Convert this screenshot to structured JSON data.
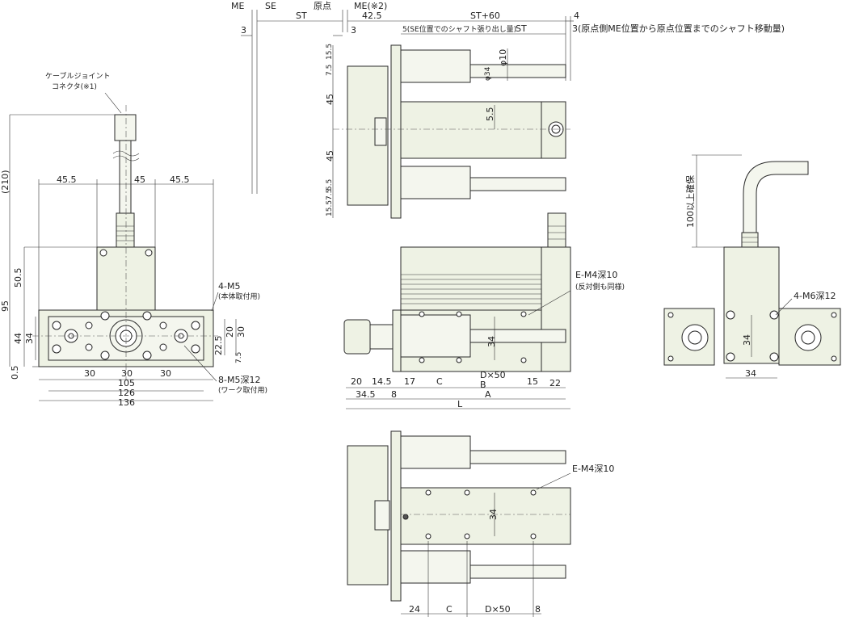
{
  "labels": {
    "me": "ME",
    "se": "SE",
    "st": "ST",
    "origin": "原点",
    "me_note2": "ME(※2)",
    "d42_5": "42.5",
    "st_plus_60": "ST+60",
    "d4": "4",
    "d3a": "3",
    "d3b": "3",
    "se_note": "5(SE位置でのシャフト張り出し量)",
    "st2": "ST",
    "me_move": "3(原点側ME位置から原点位置までのシャフト移動量)",
    "cable_joint": "ケーブルジョイント",
    "connector": "コネクタ(※1)",
    "d210": "(210)",
    "d45_5a": "45.5",
    "d45": "45",
    "d45_5b": "45.5",
    "d50_5": "50.5",
    "d95": "95",
    "d44": "44",
    "d34": "34",
    "d0_5": "0.5",
    "m5_4": "4-M5",
    "body_mount": "(本体取付用)",
    "d20": "20",
    "d30v": "30",
    "d22_5": "22.5",
    "d7_5": "7.5",
    "d30a": "30",
    "d30b": "30",
    "d30c": "30",
    "d105": "105",
    "d126": "126",
    "d136": "136",
    "m5_8": "8-M5深12",
    "work_mount": "(ワーク取付用)",
    "t7_5": "7.5",
    "t15_5": "15.5",
    "t45a": "45",
    "t45b": "45",
    "t5_5": "5.5",
    "t7_5b": "7.5",
    "t15_5b": "15.5",
    "phi34": "φ34",
    "phi10": "φ10",
    "t5_5b": "5.5",
    "e_m4": "E-M4深10",
    "opp_side": "(反対側も同様)",
    "f34": "34",
    "f17": "17",
    "fC": "C",
    "fB": "B",
    "fD50": "D×50",
    "f15": "15",
    "f22": "22",
    "f20": "20",
    "f14_5": "14.5",
    "f34_5": "34.5",
    "f8": "8",
    "fA": "A",
    "fL": "L",
    "r100": "100以上確保",
    "m6_4": "4-M6深12",
    "r34v": "34",
    "r34h": "34",
    "b_em4": "E-M4深10",
    "b34": "34",
    "b24": "24",
    "bC": "C",
    "bD50": "D×50",
    "b8": "8"
  }
}
